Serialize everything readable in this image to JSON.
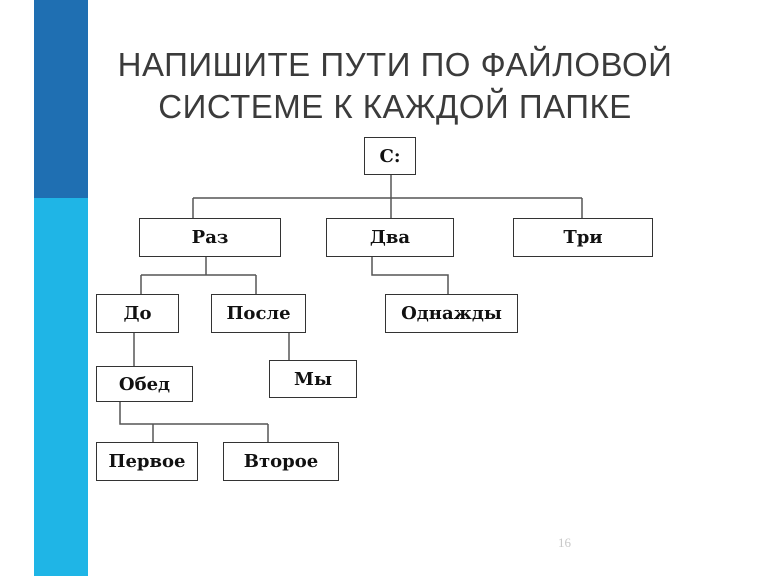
{
  "slide": {
    "title_line1": "НАПИШИТЕ ПУТИ ПО ФАЙЛОВОЙ",
    "title_line2": "СИСТЕМЕ К КАЖДОЙ ПАПКЕ",
    "page_number": "16"
  },
  "tree": {
    "root": "C:",
    "level1": [
      "Раз",
      "Два",
      "Три"
    ],
    "raz_children": [
      "До",
      "После"
    ],
    "dva_children": [
      "Однажды"
    ],
    "do_children": [
      "Обед"
    ],
    "posle_children": [
      "Мы"
    ],
    "obed_children": [
      "Первое",
      "Второе"
    ]
  },
  "colors": {
    "accent_dark": "#1f6fb2",
    "accent_light": "#1fb5e6",
    "border": "#333333"
  }
}
